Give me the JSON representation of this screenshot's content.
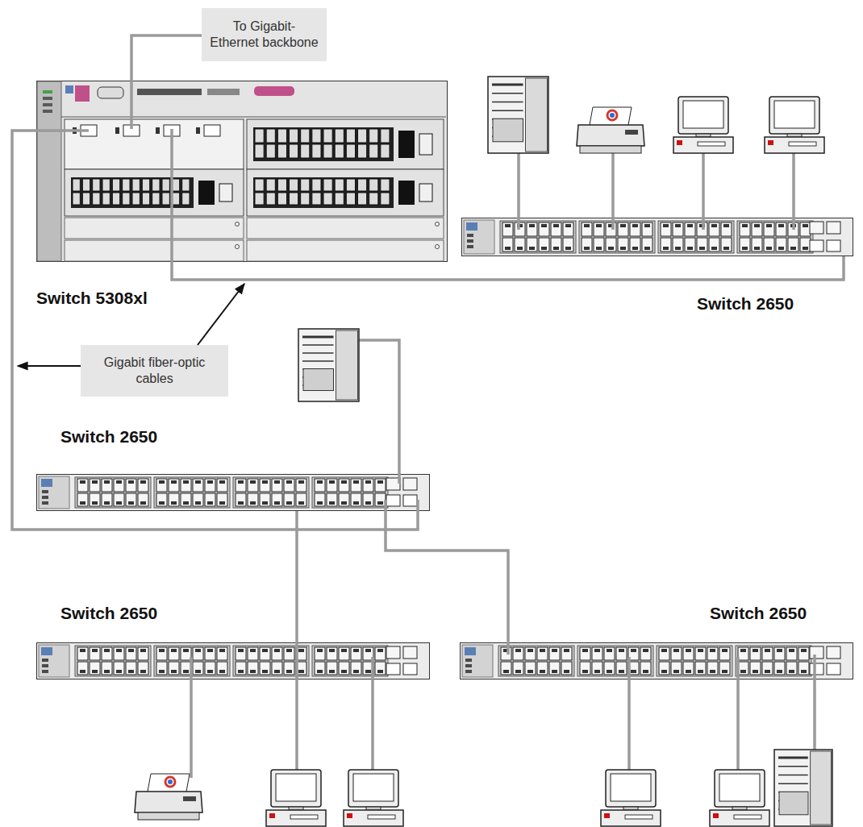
{
  "diagram": {
    "nodes": [
      {
        "text": [
          "To Gigabit-Ethernet backbone"
        ]
      },
      {
        "text": [
          "Switch 5308xl"
        ]
      },
      {
        "text": [
          "Switch 2650"
        ]
      },
      {
        "text": [
          "Gigabit fiber-optic cables"
        ]
      },
      {
        "text": [
          "Switch 2650"
        ]
      },
      {
        "text": [
          "Switch 2650"
        ]
      },
      {
        "text": [
          "Switch 2650"
        ]
      }
    ],
    "edges": [
      {
        "from": 0,
        "to": 1,
        "arrow": "none"
      },
      {
        "from": 1,
        "to": 2,
        "arrow": "none"
      },
      {
        "from": 1,
        "to": 4,
        "arrow": "none"
      },
      {
        "from": 4,
        "to": 5,
        "arrow": "none"
      },
      {
        "from": 4,
        "to": 6,
        "arrow": "none"
      }
    ]
  }
}
